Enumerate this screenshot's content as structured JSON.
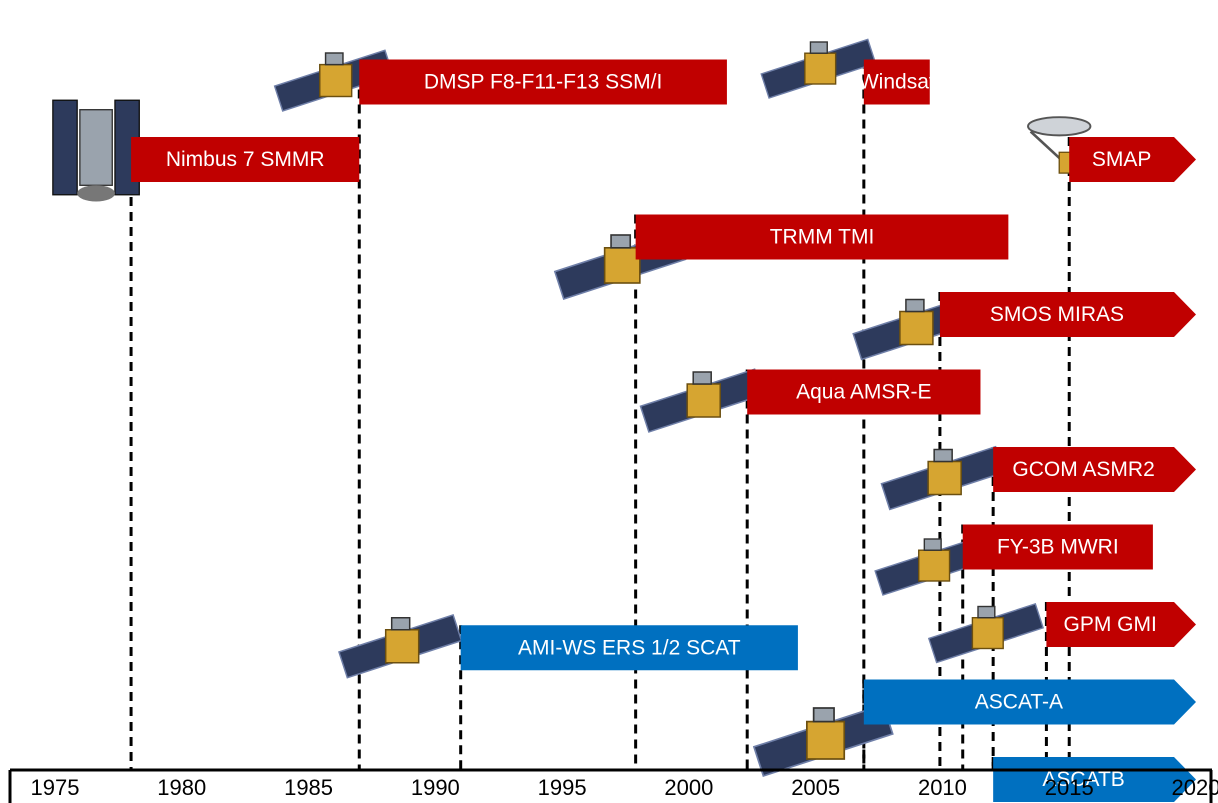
{
  "timeline": {
    "axis_start_year": 1975,
    "axis_end_year": 2020,
    "year_ticks": [
      1975,
      1980,
      1985,
      1990,
      1995,
      2000,
      2005,
      2010,
      2015,
      2020
    ],
    "colors": {
      "radiometer": "#c00000",
      "scatterometer": "#0070c0",
      "axis": "#000000",
      "launch_line": "#000000"
    }
  },
  "missions": [
    {
      "label": "Nimbus 7 SMMR",
      "type": "radiometer",
      "start_year": 1978.0,
      "end_year": 1987.0,
      "ongoing": false,
      "row": 1,
      "icon": "satellite-nimbus-icon"
    },
    {
      "label": "DMSP F8-F11-F13 SSM/I",
      "type": "radiometer",
      "start_year": 1987.0,
      "end_year": 2001.5,
      "ongoing": false,
      "row": 0,
      "icon": "satellite-dmsp-icon"
    },
    {
      "label": "TRMM TMI",
      "type": "radiometer",
      "start_year": 1997.9,
      "end_year": 2012.6,
      "ongoing": false,
      "row": 2,
      "icon": "satellite-trmm-icon"
    },
    {
      "label": "Windsat",
      "type": "radiometer",
      "start_year": 2006.9,
      "end_year": 2009.5,
      "ongoing": false,
      "row": 0,
      "icon": "satellite-windsat-icon"
    },
    {
      "label": "SMAP",
      "type": "radiometer",
      "start_year": 2015.0,
      "end_year": 2020,
      "ongoing": true,
      "row": 1,
      "icon": "satellite-smap-icon"
    },
    {
      "label": "SMOS MIRAS",
      "type": "radiometer",
      "start_year": 2009.9,
      "end_year": 2020,
      "ongoing": true,
      "row": 3,
      "icon": "satellite-smos-icon"
    },
    {
      "label": "Aqua AMSR-E",
      "type": "radiometer",
      "start_year": 2002.3,
      "end_year": 2011.5,
      "ongoing": false,
      "row": 4,
      "icon": "satellite-aqua-icon"
    },
    {
      "label": "GCOM ASMR2",
      "type": "radiometer",
      "start_year": 2012.0,
      "end_year": 2020,
      "ongoing": true,
      "row": 5,
      "icon": "satellite-gcom-icon"
    },
    {
      "label": "FY-3B MWRI",
      "type": "radiometer",
      "start_year": 2010.8,
      "end_year": 2018.3,
      "ongoing": false,
      "row": 6,
      "icon": "satellite-fy3b-icon"
    },
    {
      "label": "GPM GMI",
      "type": "radiometer",
      "start_year": 2014.1,
      "end_year": 2020,
      "ongoing": true,
      "row": 7,
      "icon": "satellite-gpm-icon"
    },
    {
      "label": "AMI-WS ERS 1/2 SCAT",
      "type": "scatterometer",
      "start_year": 1991.0,
      "end_year": 2004.3,
      "ongoing": false,
      "row": 7.3,
      "icon": "satellite-ers-icon"
    },
    {
      "label": "ASCAT-A",
      "type": "scatterometer",
      "start_year": 2006.9,
      "end_year": 2020,
      "ongoing": true,
      "row": 8,
      "icon": "satellite-metop-icon"
    },
    {
      "label": "ASCATB",
      "type": "scatterometer",
      "start_year": 2012.0,
      "end_year": 2020,
      "ongoing": true,
      "row": 9,
      "icon": "satellite-metop-b-icon"
    }
  ]
}
